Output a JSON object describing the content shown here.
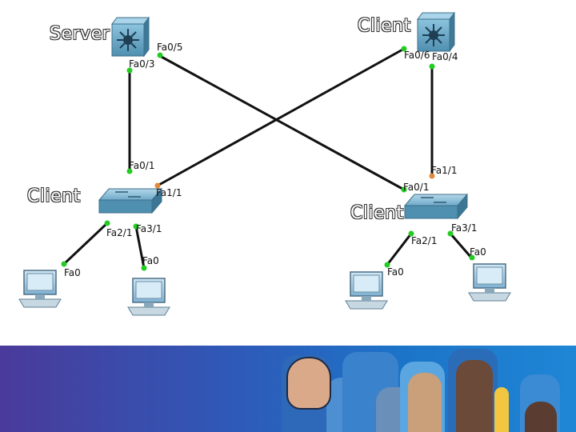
{
  "diagram": {
    "roles": {
      "server": "Server",
      "client_top": "Client",
      "client_left": "Client",
      "client_right": "Client"
    },
    "ports": {
      "fa0_5": "Fa0/5",
      "fa0_3": "Fa0/3",
      "fa0_6": "Fa0/6",
      "fa0_4": "Fa0/4",
      "fa0_1_left": "Fa0/1",
      "fa1_1_left": "Fa1/1",
      "fa2_1_left": "Fa2/1",
      "fa3_1_left": "Fa3/1",
      "fa1_1_right": "Fa1/1",
      "fa0_1_right": "Fa0/1",
      "fa2_1_right": "Fa2/1",
      "fa3_1_right": "Fa3/1",
      "pc1_fa0": "Fa0",
      "pc2_fa0": "Fa0",
      "pc3_fa0": "Fa0",
      "pc4_fa0": "Fa0"
    },
    "colors": {
      "link": "#111111",
      "port_up": "#22cc22",
      "port_blocked": "#e08a3a",
      "multilayer_switch": "#4f8fb0",
      "switch": "#5a9cc0"
    },
    "icons": {
      "server_switch": "multilayer-switch-icon",
      "client_top_switch": "multilayer-switch-icon",
      "left_switch": "switch-icon",
      "right_switch": "switch-icon",
      "pcs": "pc-icon"
    }
  }
}
